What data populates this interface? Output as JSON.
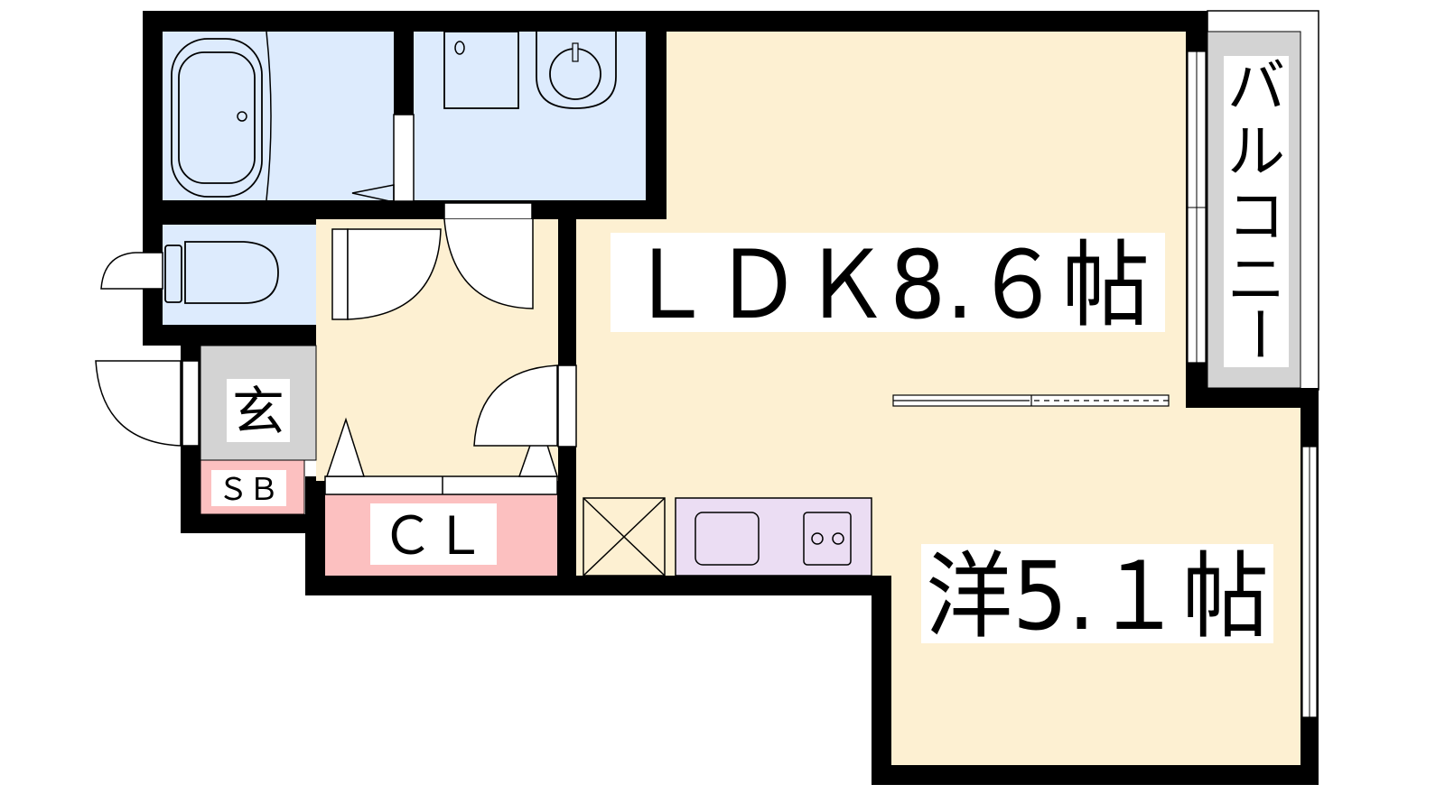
{
  "plan": {
    "ldk_label": "ＬＤＫ8.６帖",
    "western_label": "洋5.１帖",
    "balcony_label": [
      "バ",
      "ル",
      "コ",
      "ニ",
      "ー"
    ],
    "entrance_label": "玄",
    "shoebox_label": "ＳＢ",
    "closet_label": "ＣＬ"
  },
  "colors": {
    "wet_area": "#DDEBFD",
    "living": "#FDF0D2",
    "storage": "#FCC0C0",
    "entrance": "#D3D3D3",
    "kitchen": "#EBDDF3",
    "wall": "#000000"
  }
}
